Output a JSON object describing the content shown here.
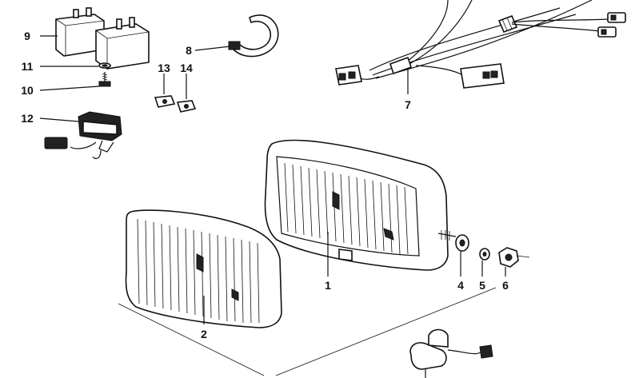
{
  "callouts": {
    "c1": "1",
    "c2": "2",
    "c4": "4",
    "c5": "5",
    "c6": "6",
    "c7": "7",
    "c8": "8",
    "c9": "9",
    "c10": "10",
    "c11": "11",
    "c12": "12",
    "c13": "13",
    "c14": "14"
  }
}
